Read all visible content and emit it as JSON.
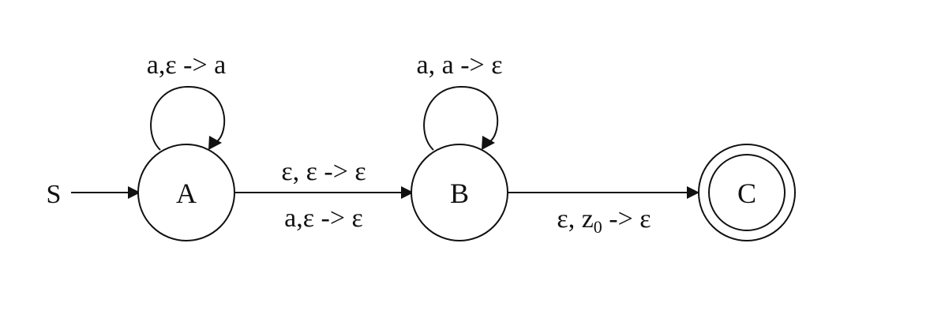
{
  "diagram": {
    "type": "pushdown-automaton",
    "start_label": "S",
    "states": [
      {
        "id": "A",
        "label": "A",
        "accepting": false
      },
      {
        "id": "B",
        "label": "B",
        "accepting": false
      },
      {
        "id": "C",
        "label": "C",
        "accepting": true
      }
    ],
    "transitions": {
      "loop_a": {
        "from": "A",
        "to": "A",
        "label": "a,ε -> a"
      },
      "a_to_b_top": {
        "from": "A",
        "to": "B",
        "label": "ε, ε -> ε"
      },
      "a_to_b_bottom": {
        "from": "A",
        "to": "B",
        "label": "a,ε -> ε"
      },
      "loop_b": {
        "from": "B",
        "to": "B",
        "label": "a, a -> ε"
      },
      "b_to_c": {
        "from": "B",
        "to": "C",
        "label_prefix": "ε, z",
        "label_sub": "0",
        "label_suffix": " -> ε"
      }
    },
    "colors": {
      "stroke": "#111111",
      "background": "#ffffff"
    }
  }
}
